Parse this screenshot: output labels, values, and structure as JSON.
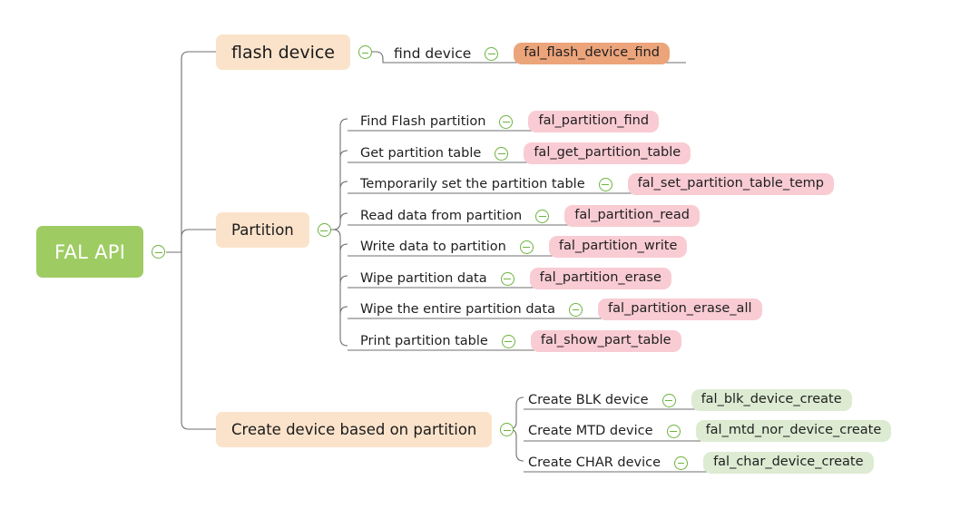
{
  "diagram": {
    "type": "mindmap",
    "title": "FAL API",
    "background": "#ffffff",
    "palette": {
      "root": "#9ecc63",
      "root_text": "#ffffff",
      "branch": "#fbe3cb",
      "pill_orange": "#eca47a",
      "pill_pink": "#f9cbd3",
      "pill_green": "#dcebd2",
      "connector": "#6f6f6f",
      "toggle": "#6db33f",
      "text": "#1f1f1f"
    }
  },
  "root": {
    "label": "FAL API",
    "toggle": "collapse-toggle-icon"
  },
  "branches": [
    {
      "label": "flash device",
      "toggle": "collapse-toggle-icon",
      "pill_color": "orange",
      "children": [
        {
          "label": "find device",
          "api": "fal_flash_device_find",
          "toggle": "collapse-toggle-icon"
        }
      ]
    },
    {
      "label": "Partition",
      "toggle": "collapse-toggle-icon",
      "pill_color": "pink",
      "children": [
        {
          "label": "Find Flash partition",
          "api": "fal_partition_find",
          "toggle": "collapse-toggle-icon"
        },
        {
          "label": "Get partition table",
          "api": "fal_get_partition_table",
          "toggle": "collapse-toggle-icon"
        },
        {
          "label": "Temporarily set the partition table",
          "api": "fal_set_partition_table_temp",
          "toggle": "collapse-toggle-icon"
        },
        {
          "label": "Read data from partition",
          "api": "fal_partition_read",
          "toggle": "collapse-toggle-icon"
        },
        {
          "label": "Write data to partition",
          "api": "fal_partition_write",
          "toggle": "collapse-toggle-icon"
        },
        {
          "label": "Wipe partition data",
          "api": "fal_partition_erase",
          "toggle": "collapse-toggle-icon"
        },
        {
          "label": "Wipe the entire partition data",
          "api": "fal_partition_erase_all",
          "toggle": "collapse-toggle-icon"
        },
        {
          "label": "Print partition table",
          "api": "fal_show_part_table",
          "toggle": "collapse-toggle-icon"
        }
      ]
    },
    {
      "label": "Create device based on partition",
      "toggle": "collapse-toggle-icon",
      "pill_color": "green",
      "children": [
        {
          "label": "Create BLK device",
          "api": "fal_blk_device_create",
          "toggle": "collapse-toggle-icon"
        },
        {
          "label": "Create MTD device",
          "api": "fal_mtd_nor_device_create",
          "toggle": "collapse-toggle-icon"
        },
        {
          "label": "Create CHAR device",
          "api": "fal_char_device_create",
          "toggle": "collapse-toggle-icon"
        }
      ]
    }
  ]
}
